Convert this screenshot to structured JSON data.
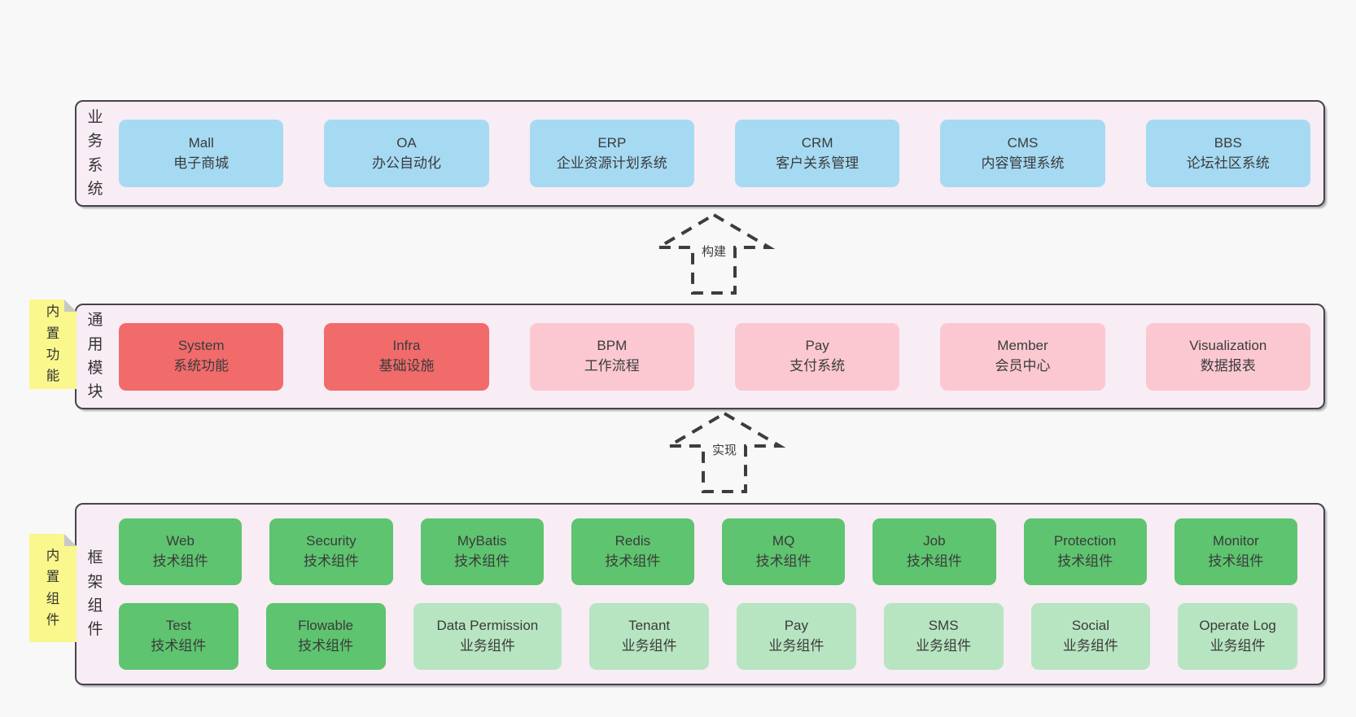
{
  "bands": [
    {
      "label": "业务系统",
      "boxes": [
        {
          "en": "Mall",
          "zh": "电子商城"
        },
        {
          "en": "OA",
          "zh": "办公自动化"
        },
        {
          "en": "ERP",
          "zh": "企业资源计划系统"
        },
        {
          "en": "CRM",
          "zh": "客户关系管理"
        },
        {
          "en": "CMS",
          "zh": "内容管理系统"
        },
        {
          "en": "BBS",
          "zh": "论坛社区系统"
        }
      ]
    },
    {
      "label": "通用模块",
      "sticky": "内置功能",
      "boxes": [
        {
          "en": "System",
          "zh": "系统功能"
        },
        {
          "en": "Infra",
          "zh": "基础设施"
        },
        {
          "en": "BPM",
          "zh": "工作流程"
        },
        {
          "en": "Pay",
          "zh": "支付系统"
        },
        {
          "en": "Member",
          "zh": "会员中心"
        },
        {
          "en": "Visualization",
          "zh": "数据报表"
        }
      ]
    },
    {
      "label": "框架组件",
      "sticky": "内置组件",
      "rows": [
        [
          {
            "en": "Web",
            "zh": "技术组件"
          },
          {
            "en": "Security",
            "zh": "技术组件"
          },
          {
            "en": "MyBatis",
            "zh": "技术组件"
          },
          {
            "en": "Redis",
            "zh": "技术组件"
          },
          {
            "en": "MQ",
            "zh": "技术组件"
          },
          {
            "en": "Job",
            "zh": "技术组件"
          },
          {
            "en": "Protection",
            "zh": "技术组件"
          },
          {
            "en": "Monitor",
            "zh": "技术组件"
          }
        ],
        [
          {
            "en": "Test",
            "zh": "技术组件"
          },
          {
            "en": "Flowable",
            "zh": "技术组件"
          },
          {
            "en": "Data Permission",
            "zh": "业务组件"
          },
          {
            "en": "Tenant",
            "zh": "业务组件"
          },
          {
            "en": "Pay",
            "zh": "业务组件"
          },
          {
            "en": "SMS",
            "zh": "业务组件"
          },
          {
            "en": "Social",
            "zh": "业务组件"
          },
          {
            "en": "Operate Log",
            "zh": "业务组件"
          }
        ]
      ]
    }
  ],
  "arrows": [
    {
      "label": "构建"
    },
    {
      "label": "实现"
    }
  ],
  "colors": {
    "page_bg": "#f8f8f8",
    "band_bg": "#f8ecf5",
    "band_border": "#45444c",
    "box_blue": "#a6daf3",
    "box_red": "#f16b6b",
    "box_pink": "#fbc8d2",
    "box_green_dark": "#5ec46f",
    "box_green_light": "#b7e5c1",
    "sticky_yellow": "#faf78c",
    "fold_gray": "#c8c8c8",
    "text": "#3b3b3b"
  }
}
